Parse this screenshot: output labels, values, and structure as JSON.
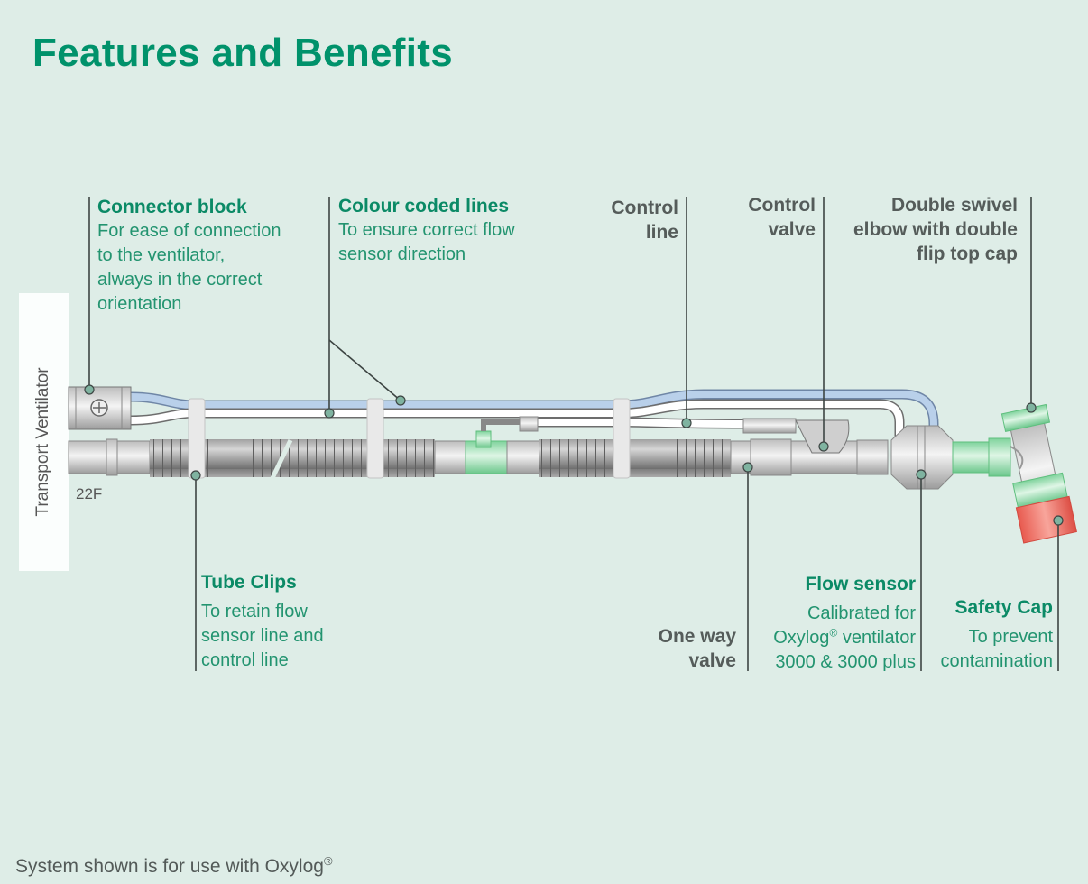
{
  "title": "Features and Benefits",
  "ventilator_label": "Transport Ventilator",
  "connector_code": "22F",
  "callouts": {
    "connector_block": {
      "heading": "Connector block",
      "lines": [
        "For ease of connection",
        "to the ventilator,",
        "always in the correct",
        "orientation"
      ]
    },
    "colour_coded_lines": {
      "heading": "Colour coded lines",
      "lines": [
        "To ensure correct flow",
        "sensor direction"
      ]
    },
    "control_line": {
      "heading_lines": [
        "Control",
        "line"
      ]
    },
    "control_valve": {
      "heading_lines": [
        "Control",
        "valve"
      ]
    },
    "double_swivel": {
      "heading_lines": [
        "Double swivel",
        "elbow with double",
        "flip top cap"
      ]
    },
    "tube_clips": {
      "heading": "Tube Clips",
      "lines": [
        "To retain flow",
        "sensor line and",
        "control line"
      ]
    },
    "one_way_valve": {
      "heading_lines": [
        "One way",
        "valve"
      ]
    },
    "flow_sensor": {
      "heading": "Flow sensor",
      "lines": [
        "Calibrated for",
        "Oxylog",
        "ventilator",
        "3000 & 3000 plus"
      ],
      "reg_mark": "®"
    },
    "safety_cap": {
      "heading": "Safety Cap",
      "lines": [
        "To prevent",
        "contamination"
      ]
    }
  },
  "footer": {
    "text": "System shown is for use with Oxylog",
    "reg_mark": "®"
  },
  "colors": {
    "background": "#deede7",
    "brand_green": "#00926b",
    "heading_gray": "#555c5a",
    "sensor_line_blue": "#b9d0ea",
    "tube_gray": "#9a9a9a",
    "connector_green": "#8fd9a8",
    "safety_cap_red": "#ef6b60",
    "callout_dot": "#7fb3a0"
  }
}
